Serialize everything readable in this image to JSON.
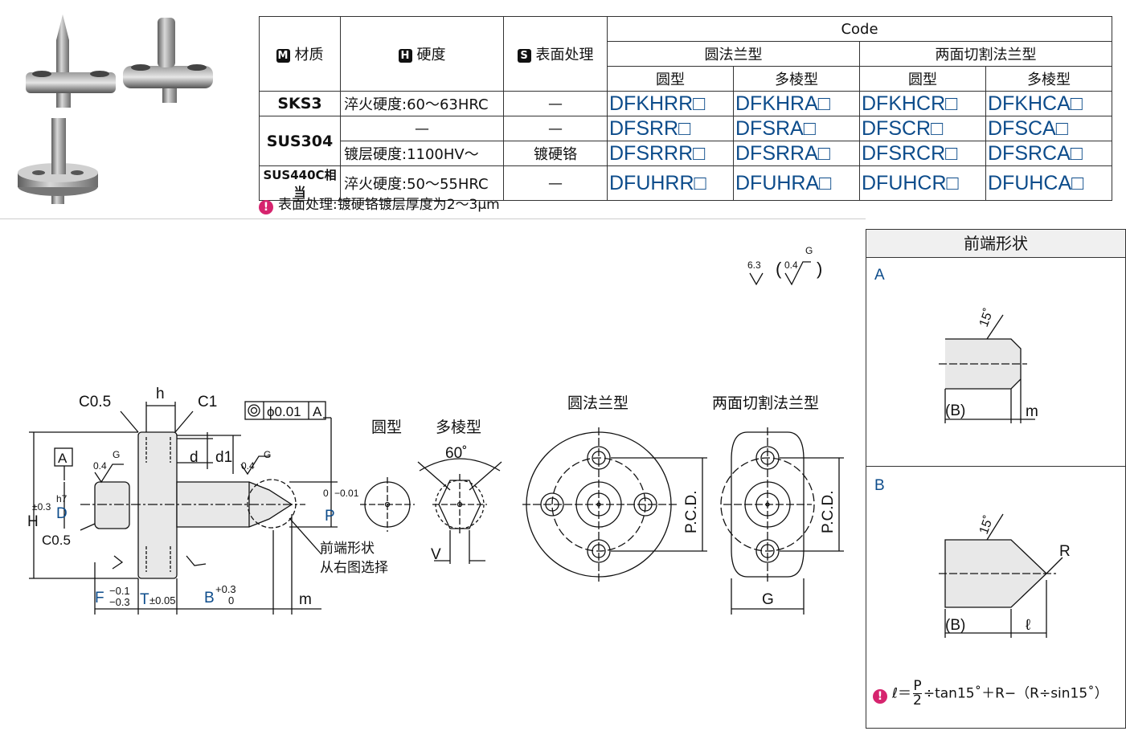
{
  "table": {
    "header": {
      "material": "材质",
      "hardness": "硬度",
      "surface": "表面处理",
      "code": "Code",
      "round_flange": "圆法兰型",
      "cut_flange": "两面切割法兰型",
      "round": "圆型",
      "polygon": "多棱型",
      "badge_m": "M",
      "badge_h": "H",
      "badge_s": "S"
    },
    "rows": [
      {
        "material": "SKS3",
        "hardness": "淬火硬度:60～63HRC",
        "surface": "—",
        "c1": "DFKHRR□",
        "c2": "DFKHRA□",
        "c3": "DFKHCR□",
        "c4": "DFKHCA□"
      },
      {
        "material": "SUS304",
        "hardness": "—",
        "surface": "—",
        "c1": "DFSRR□",
        "c2": "DFSRA□",
        "c3": "DFSCR□",
        "c4": "DFSCA□"
      },
      {
        "material": "",
        "hardness": "镀层硬度:1100HV～",
        "surface": "镀硬铬",
        "c1": "DFSRRR□",
        "c2": "DFSRRA□",
        "c3": "DFSRCR□",
        "c4": "DFSRCA□"
      },
      {
        "material": "SUS440C相当",
        "hardness": "淬火硬度:50～55HRC",
        "surface": "—",
        "c1": "DFUHRR□",
        "c2": "DFUHRA□",
        "c3": "DFUHCR□",
        "c4": "DFUHCA□"
      }
    ]
  },
  "note": "表面处理:镀硬铬镀层厚度为2～3μm",
  "drawing": {
    "chamfer1": "C0.5",
    "chamfer2": "C1",
    "h": "h",
    "tol_frame": "ϕ0.01",
    "datum": "A",
    "d": "d",
    "d1": "d1",
    "roughness_04": "0.4",
    "roughness_63": "6.3",
    "g": "G",
    "H": "H",
    "H_tol": "±0.3",
    "D": "D",
    "D_tol": "h7",
    "P": "P",
    "P_tol_up": "0",
    "P_tol_lo": "−0.01",
    "F": "F",
    "F_tol_up": "−0.1",
    "F_tol_lo": "−0.3",
    "T": "T",
    "T_tol": "±0.05",
    "B": "B",
    "B_tol_up": "+0.3",
    "B_tol_lo": "0",
    "m": "m",
    "tip_note_1": "前端形状",
    "tip_note_2": "从右图选择",
    "round_label": "圆型",
    "polygon_label": "多棱型",
    "angle60": "60˚",
    "v": "V",
    "round_flange_label": "圆法兰型",
    "cut_flange_label": "两面切割法兰型",
    "pcd": "P.C.D."
  },
  "side": {
    "title": "前端形状",
    "a": "A",
    "b": "B",
    "angle15": "15˚",
    "b_paren": "(B)",
    "m": "m",
    "r": "R",
    "l": "ℓ",
    "formula_lhs": "ℓ＝",
    "formula_p": "P",
    "formula_2": "2",
    "formula_rhs": "÷tan15˚＋R−（R÷sin15˚）"
  }
}
